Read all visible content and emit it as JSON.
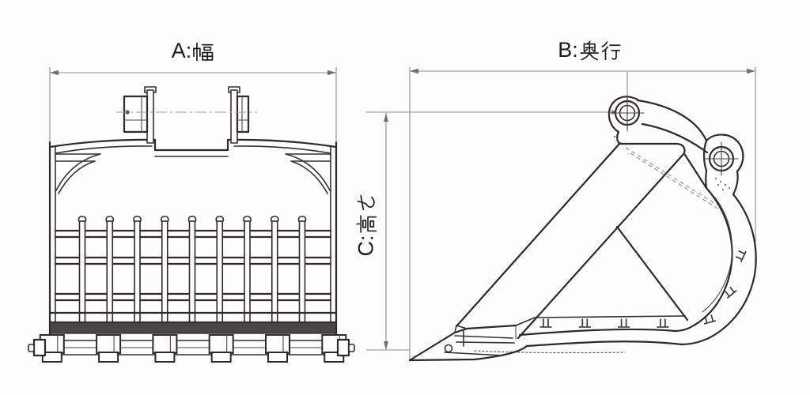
{
  "sheet": {
    "background": "#fdfdfb",
    "ink": "#2d2a28",
    "dim_ink": "#8c8c8c"
  },
  "labels": {
    "a": {
      "text": "A:幅",
      "prefix": "A:",
      "kanji": [
        "幅"
      ]
    },
    "b": {
      "text": "B:奥行",
      "prefix": "B:",
      "kanji": [
        "奥",
        "行"
      ]
    },
    "c": {
      "text": "C:高さ",
      "prefix": "C:",
      "kanji": [
        "高",
        "さ"
      ],
      "orientation": "vertical-bottom-up"
    }
  },
  "views": {
    "front": {
      "grid_bar_count": 9,
      "rail_count": 3,
      "teeth_count": 6,
      "side_cutter_count": 2,
      "mounting_lug_count": 2
    },
    "side": {
      "pin_boss_count": 2,
      "floor_tab_count": 4,
      "back_tab_count": 3,
      "teeth_count": 1
    }
  }
}
